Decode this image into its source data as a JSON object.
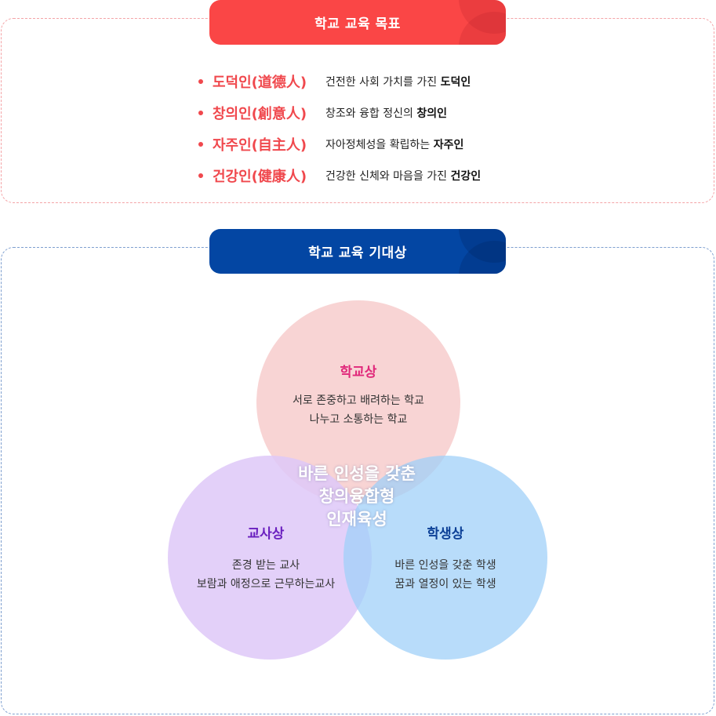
{
  "goals_section": {
    "title": "학교 교육 목표",
    "items": [
      {
        "term": "도덕인(道德人)",
        "desc_plain": "건전한 사회 가치를 가진",
        "desc_bold": "도덕인"
      },
      {
        "term": "창의인(創意人)",
        "desc_plain": "창조와 융합 정신의",
        "desc_bold": "창의인"
      },
      {
        "term": "자주인(自主人)",
        "desc_plain": "자아정체성을 확립하는",
        "desc_bold": "자주인"
      },
      {
        "term": "건강인(健康人)",
        "desc_plain": "건강한 신체와 마음을 가진",
        "desc_bold": "건강인"
      }
    ]
  },
  "vision_section": {
    "title": "학교 교육 기대상",
    "center_text": [
      "바른 인성을 갖춘",
      "창의융합형",
      "인재육성"
    ],
    "circles": {
      "school": {
        "title": "학교상",
        "lines": [
          "서로 존중하고 배려하는 학교",
          "나누고 소통하는 학교"
        ]
      },
      "teacher": {
        "title": "교사상",
        "lines": [
          "존경 받는 교사",
          "보람과 애정으로 근무하는교사"
        ]
      },
      "student": {
        "title": "학생상",
        "lines": [
          "바른 인성을 갖춘 학생",
          "꿈과 열정이 있는 학생"
        ]
      }
    }
  },
  "colors": {
    "red_accent": "#fa4646",
    "blue_accent": "#0346a3",
    "school_circle": "#f6cfcf",
    "teacher_circle": "#e6d0f8",
    "student_circle": "#b8dcf8"
  }
}
